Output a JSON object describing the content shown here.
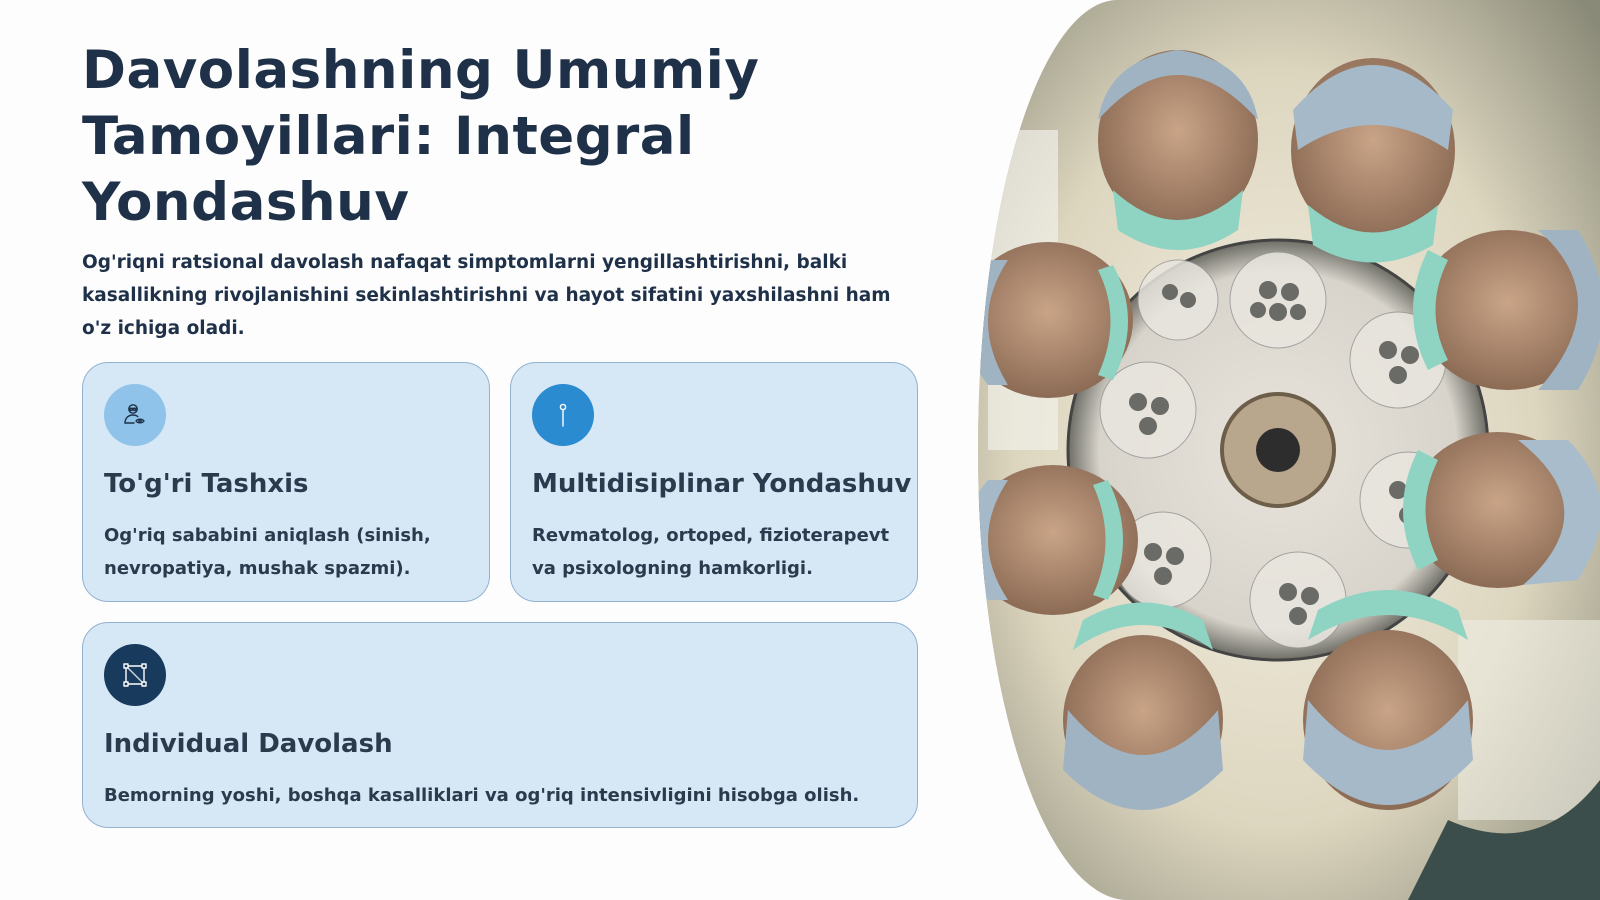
{
  "slide": {
    "title": "Davolashning Umumiy Tamoyillari: Integral Yondashuv",
    "subtitle": "Og'riqni ratsional davolash nafaqat simptomlarni yengillashtirishni, balki kasallikning rivojlanishini sekinlashtirishni va hayot sifatini yaxshilashni ham o'z ichiga oladi."
  },
  "cards": [
    {
      "title": "To'g'ri Tashxis",
      "text": "Og'riq sababini aniqlash (sinish, nevropatiya, mushak spazmi).",
      "icon": "doctor-eye-icon",
      "icon_bg": "#8fc3e9"
    },
    {
      "title": "Multidisiplinar Yondashuv",
      "text": "Revmatolog, ortoped, fizioterapevt va psixologning hamkorligi.",
      "icon": "pin-icon",
      "icon_bg": "#2a8bd0"
    },
    {
      "title": "Individual Davolash",
      "text": "Bemorning yoshi, boshqa kasalliklari va og'riq intensivligini hisobga olish.",
      "icon": "vector-shape-icon",
      "icon_bg": "#173a5d"
    }
  ],
  "colors": {
    "heading": "#1f3148",
    "card_bg": "#d6e7f6",
    "card_border": "#93b2cf"
  }
}
